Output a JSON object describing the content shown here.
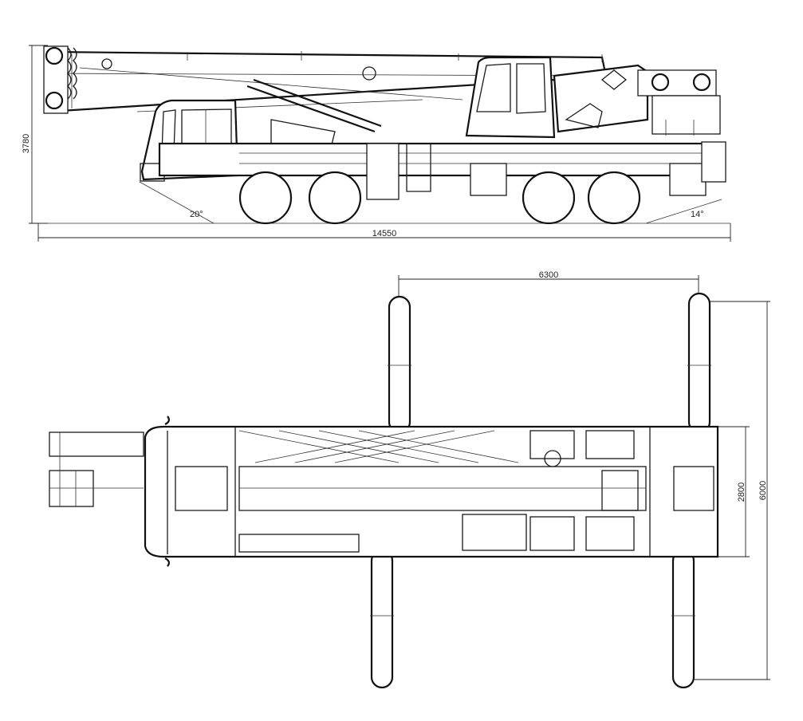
{
  "side_view": {
    "height_dim": "3780",
    "length_dim": "14550",
    "approach_angle": "20°",
    "departure_angle": "14°"
  },
  "top_view": {
    "outrigger_span_longitudinal": "6300",
    "chassis_width": "2800",
    "outrigger_span_lateral": "6000"
  }
}
